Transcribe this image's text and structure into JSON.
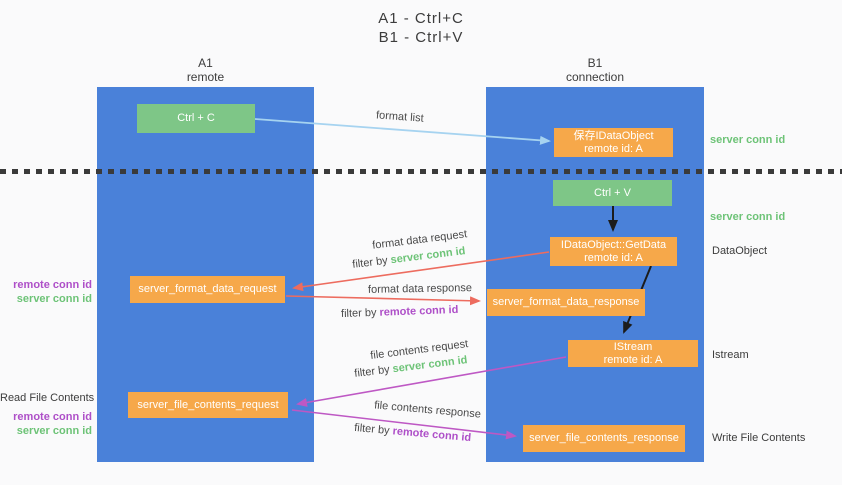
{
  "title": {
    "line1": "A1 - Ctrl+C",
    "line2": "B1 - Ctrl+V"
  },
  "lanes": {
    "a": {
      "name": "A1",
      "subtitle": "remote"
    },
    "b": {
      "name": "B1",
      "subtitle": "connection"
    }
  },
  "nodes": {
    "ctrl_c": "Ctrl + C",
    "ctrl_v": "Ctrl + V",
    "save_idataobject_line1": "保存IDataObject",
    "save_idataobject_line2": "remote id: A",
    "getdata_line1": "IDataObject::GetData",
    "getdata_line2": "remote id: A",
    "istream_line1": "IStream",
    "istream_line2": "remote id: A",
    "format_request": "server_format_data_request",
    "format_response": "server_format_data_response",
    "file_request": "server_file_contents_request",
    "file_response": "server_file_contents_response"
  },
  "arrow_labels": {
    "format_list": "format list",
    "format_data_request": "format data request",
    "format_data_response": "format data response",
    "file_contents_request": "file contents request",
    "file_contents_response": "file contents response",
    "filter_by": "filter by ",
    "server_conn_id": "server conn id",
    "remote_conn_id": "remote conn id"
  },
  "side_labels": {
    "server_conn_id_top": "server conn id",
    "server_conn_id_mid": "server conn id",
    "dataobject": "DataObject",
    "istream": "Istream",
    "write_file_contents": "Write File Contents",
    "read_file_contents": "Read File Contents",
    "remote_conn_id": "remote conn id",
    "server_conn_id": "server conn id"
  },
  "colors": {
    "lane_blue": "#4A81D9",
    "box_green": "#7EC687",
    "box_orange": "#F6A84A",
    "arrow_red": "#ED6C5F",
    "arrow_magenta": "#BE58C4",
    "arrow_light_blue": "#A6D3F0",
    "arrow_black": "#1C1C1C",
    "text_green": "#6DC377",
    "text_purple": "#AE4FC8",
    "text_dark": "#3C3C3C"
  }
}
